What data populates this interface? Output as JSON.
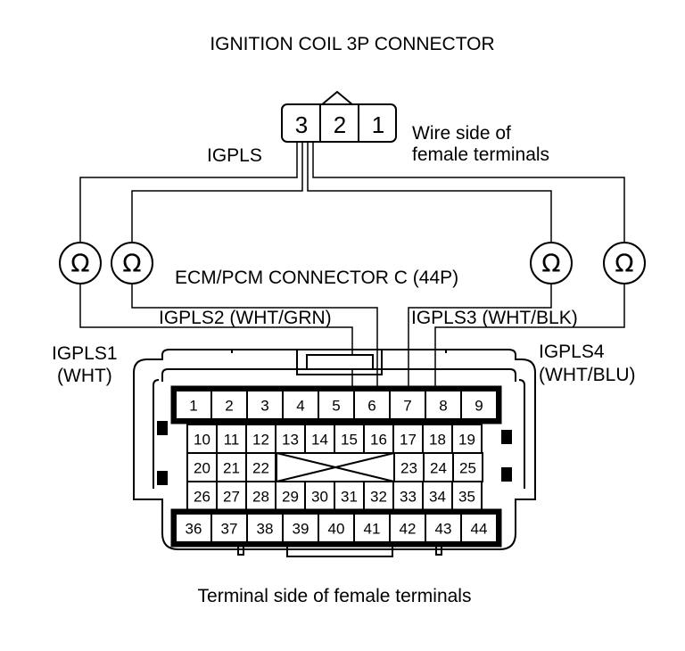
{
  "title": "IGNITION COIL 3P CONNECTOR",
  "coil_connector": {
    "pins": [
      "3",
      "2",
      "1"
    ],
    "side_label_1": "Wire side of",
    "side_label_2": "female terminals",
    "signal_label": "IGPLS"
  },
  "ohm_symbol": "Ω",
  "ecm_title": "ECM/PCM CONNECTOR C (44P)",
  "wires": {
    "igpls1_a": "IGPLS1",
    "igpls1_b": "(WHT)",
    "igpls2": "IGPLS2 (WHT/GRN)",
    "igpls3": "IGPLS3 (WHT/BLK)",
    "igpls4_a": "IGPLS4",
    "igpls4_b": "(WHT/BLU)"
  },
  "ecm_connector": {
    "row1": [
      "1",
      "2",
      "3",
      "4",
      "5",
      "6",
      "7",
      "8",
      "9"
    ],
    "row2": [
      "10",
      "11",
      "12",
      "13",
      "14",
      "15",
      "16",
      "17",
      "18",
      "19"
    ],
    "row3_left": [
      "20",
      "21",
      "22"
    ],
    "row3_right": [
      "23",
      "24",
      "25"
    ],
    "row4": [
      "26",
      "27",
      "28",
      "29",
      "30",
      "31",
      "32",
      "33",
      "34",
      "35"
    ],
    "row5": [
      "36",
      "37",
      "38",
      "39",
      "40",
      "41",
      "42",
      "43",
      "44"
    ]
  },
  "footer": "Terminal side of female terminals"
}
